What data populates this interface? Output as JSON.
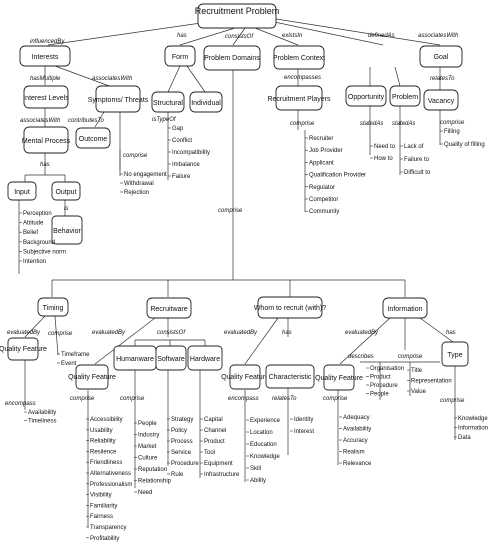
{
  "root": "Recruitment Problem",
  "nodes": {
    "interests": "Interests",
    "form": "Form",
    "problem_domains": "Problem Domains",
    "problem_context": "Problem Context",
    "opportunity": "Opportunity",
    "problem": "Problem",
    "goal": "Goal",
    "interest_levels": "Interest Levels",
    "symptoms_threats": "Symptoms/ Threats",
    "outcome": "Outcome",
    "mental_process": "Mental Process",
    "input": "Input",
    "output": "Output",
    "behavior": "Behavior",
    "structural": "Structural",
    "individual": "Individual",
    "recruitment_players": "Recruitment Players",
    "vacancy": "Vacancy",
    "timing": "Timing",
    "recruitware": "Recruitware",
    "whom_to_recruit": "Whom to recruit (with)?",
    "information": "Information",
    "quality_feature": "Quality Feature",
    "humanware": "Humanware",
    "software": "Software",
    "hardware": "Hardware",
    "characteristic": "Characteristic",
    "type": "Type"
  },
  "relations": {
    "influenced_by": "influencedBy",
    "has": "has",
    "consists_of": "consistsOf",
    "exists_in": "existsIn",
    "defined_as": "definedAs",
    "associates_with": "associatesWith",
    "has_multiple": "hasMultiple",
    "contributes_to": "contributesTo",
    "comprise": "comprise",
    "is_type_of": "isTypeOf",
    "encompasses": "encompasses",
    "encompass": "encompass",
    "stated_as": "statedAs",
    "relates_to": "relatesTo",
    "is": "is",
    "evaluated_by": "evaluatedBy",
    "describes": "describes"
  },
  "leaves": {
    "symptoms": [
      "No engagement",
      "Withdrawal",
      "Rejection"
    ],
    "input": [
      "Perception",
      "Attitude",
      "Belief",
      "Background",
      "Subjective norm",
      "Intention"
    ],
    "structural": [
      "Gap",
      "Conflict",
      "Incompatibility",
      "Imbalance",
      "Failure"
    ],
    "players": [
      "Recruiter",
      "Job Provider",
      "Applicant",
      "Qualification Provider",
      "Regulator",
      "Competitor",
      "Community"
    ],
    "opportunity": [
      "Need to",
      "How to"
    ],
    "problem": [
      "Lack of",
      "Failure to",
      "Difficult to"
    ],
    "vacancy": [
      "Filling",
      "Quality of filling"
    ],
    "timing": [
      "Timeframe",
      "Event"
    ],
    "timing_quality": [
      "Availability",
      "Timeliness"
    ],
    "recruitware_quality": [
      "Accessibility",
      "Usability",
      "Reliability",
      "Resilence",
      "Friendliness",
      "Alternativeness",
      "Professionalism",
      "Visibility",
      "Familiarity",
      "Fairness",
      "Transparency",
      "Profitability"
    ],
    "humanware": [
      "People",
      "Industry",
      "Market",
      "Culture",
      "Reputation",
      "Relationship",
      "Need"
    ],
    "software": [
      "Strategy",
      "Policy",
      "Process",
      "Service",
      "Procedure",
      "Rule"
    ],
    "hardware": [
      "Capital",
      "Channel",
      "Product",
      "Tool",
      "Equipment",
      "Infrastructure"
    ],
    "whom_quality": [
      "Experience",
      "Location",
      "Education",
      "Knowledge",
      "Skill",
      "Ability"
    ],
    "characteristic": [
      "Identity",
      "Interest"
    ],
    "info_quality": [
      "Adequacy",
      "Availability",
      "Accuracy",
      "Realism",
      "Relevance"
    ],
    "info_describes": [
      "Organisation",
      "Product",
      "Procedure",
      "People"
    ],
    "info_comprise": [
      "Title",
      "Representation",
      "Value"
    ],
    "type": [
      "Knowledge",
      "Information",
      "Data"
    ]
  }
}
